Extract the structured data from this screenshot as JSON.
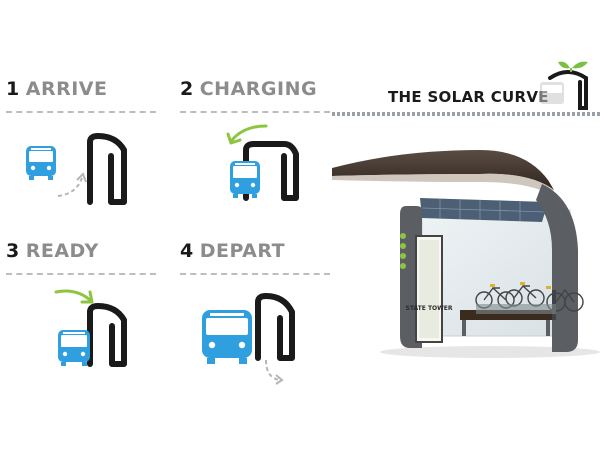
{
  "steps": [
    {
      "number": "1",
      "label": "ARRIVE"
    },
    {
      "number": "2",
      "label": "CHARGING"
    },
    {
      "number": "3",
      "label": "READY"
    },
    {
      "number": "4",
      "label": "DEPART"
    }
  ],
  "hero": {
    "title": "THE SOLAR CURVE",
    "sign_text": "STATE TOWER"
  },
  "colors": {
    "bus": "#2f9fe0",
    "arrow_green": "#8cc63f",
    "arrow_gray": "#b5b5b5",
    "shelter_frame": "#1a1a1a",
    "canopy": "#4a3e37",
    "pillar": "#5b5f63"
  }
}
